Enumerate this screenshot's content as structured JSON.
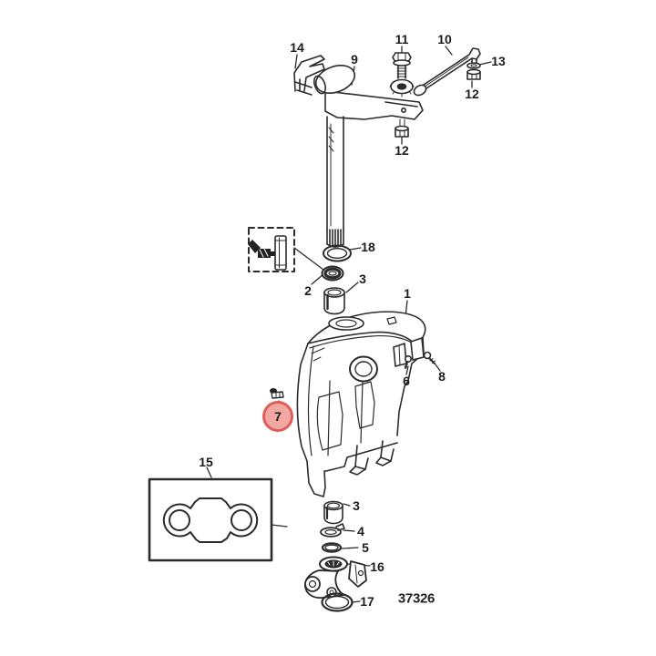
{
  "diagram": {
    "drawing_number": "37326",
    "background_color": "#ffffff",
    "line_color": "#2b2b2b",
    "highlight": {
      "part": "7",
      "fill_color": "#f2a7a2",
      "border_color": "#dd5e5b"
    },
    "icons": {
      "lubrication": "grease-gun-icon"
    }
  },
  "callouts": [
    {
      "label": "14",
      "highlighted": false
    },
    {
      "label": "9",
      "highlighted": false
    },
    {
      "label": "11",
      "highlighted": false
    },
    {
      "label": "10",
      "highlighted": false
    },
    {
      "label": "13",
      "highlighted": false
    },
    {
      "label": "12",
      "highlighted": false
    },
    {
      "label": "12",
      "highlighted": false
    },
    {
      "label": "18",
      "highlighted": false
    },
    {
      "label": "2",
      "highlighted": false
    },
    {
      "label": "3",
      "highlighted": false
    },
    {
      "label": "1",
      "highlighted": false
    },
    {
      "label": "6",
      "highlighted": false
    },
    {
      "label": "8",
      "highlighted": false
    },
    {
      "label": "7",
      "highlighted": true
    },
    {
      "label": "15",
      "highlighted": false
    },
    {
      "label": "3",
      "highlighted": false
    },
    {
      "label": "4",
      "highlighted": false
    },
    {
      "label": "5",
      "highlighted": false
    },
    {
      "label": "16",
      "highlighted": false
    },
    {
      "label": "17",
      "highlighted": false
    }
  ]
}
